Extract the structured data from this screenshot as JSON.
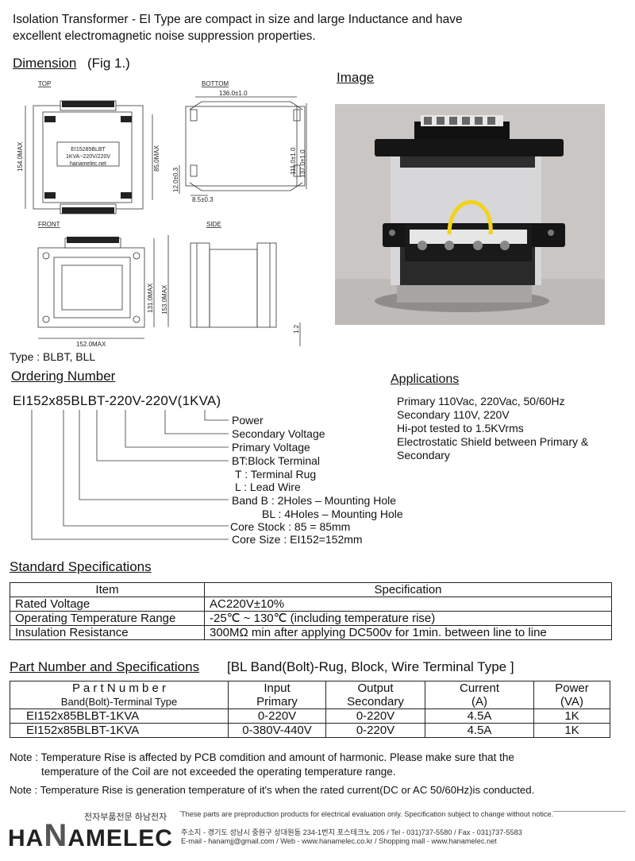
{
  "intro": {
    "line1": "Isolation Transformer - EI Type are compact in size and large Inductance and have",
    "line2": "excellent electromagnetic noise suppression properties."
  },
  "dimension": {
    "heading": "Dimension",
    "fig": "(Fig 1.)",
    "top_label": "TOP",
    "bottom_label": "BOTTOM",
    "front_label": "FRONT",
    "side_label": "SIDE",
    "nameplate_1": "EI15285BLBT",
    "nameplate_2": "1KVA~220V/220V",
    "nameplate_3": "hanamelec.net",
    "dim_154": "154.0MAX",
    "dim_85": "85.0MAX",
    "dim_136": "136.0±1.0",
    "dim_111": "111.0±1.0",
    "dim_137": "137.0±1.0",
    "dim_12": "12.0±0.3",
    "dim_85b": "8.5±0.3",
    "dim_131": "131.0MAX",
    "dim_153": "153.0MAX",
    "dim_152": "152.0MAX",
    "dim_12_side": "1.2"
  },
  "image_heading": "Image",
  "type_text": "Type : BLBT, BLL",
  "ordering": {
    "heading": "Ordering Number",
    "code": "EI152x85BLBT-220V-220V(1KVA)",
    "labels": [
      "Power",
      "Secondary Voltage",
      "Primary Voltage",
      "BT:Block Terminal",
      "T  : Terminal Rug",
      "L  : Lead Wire",
      "Band B  : 2Holes – Mounting Hole",
      "BL : 4Holes – Mounting Hole",
      "Core Stock : 85 = 85mm",
      "Core Size : EI152=152mm"
    ]
  },
  "applications": {
    "heading": "Applications",
    "lines": [
      "Primary 110Vac, 220Vac, 50/60Hz",
      "Secondary 110V, 220V",
      "Hi-pot tested to 1.5KVrms",
      "Electrostatic Shield between Primary &",
      "Secondary"
    ]
  },
  "standard_specs": {
    "heading": "Standard Specifications",
    "headers": [
      "Item",
      "Specification"
    ],
    "rows": [
      [
        "Rated Voltage",
        "AC220V±10%"
      ],
      [
        "Operating Temperature Range",
        "-25℃ ~ 130℃ (including temperature rise)"
      ],
      [
        "Insulation Resistance",
        "300MΩ min after applying DC500v for 1min. between line to line"
      ]
    ]
  },
  "part_specs": {
    "heading": "Part Number and Specifications",
    "subheading": "[BL Band(Bolt)-Rug, Block, Wire Terminal Type ]",
    "h_part_1": "P a r t   N u m b e r",
    "h_part_2": "Band(Bolt)-Terminal Type",
    "h_input_1": "Input",
    "h_input_2": "Primary",
    "h_output_1": "Output",
    "h_output_2": "Secondary",
    "h_current_1": "Current",
    "h_current_2": "(A)",
    "h_power_1": "Power",
    "h_power_2": "(VA)",
    "rows": [
      [
        "EI152x85BLBT-1KVA",
        "0-220V",
        "0-220V",
        "4.5A",
        "1K"
      ],
      [
        "EI152x85BLBT-1KVA",
        "0-380V-440V",
        "0-220V",
        "4.5A",
        "1K"
      ]
    ]
  },
  "notes": {
    "note1_prefix": "Note :",
    "note1_line1": "Temperature Rise is affected by PCB comdition and amount of harmonic. Please make sure that the",
    "note1_line2": "temperature of the Coil are not exceeded the operating temperature range.",
    "note2_prefix": "Note :",
    "note2_text": "Temperature Rise is generation temperature of it's when the rated current(DC or AC 50/60Hz)is conducted."
  },
  "footer": {
    "logo_ha": "HA",
    "logo_n": "N",
    "logo_amelec": "AMELEC",
    "tagline_ko": "전자부품전문 하남전자",
    "disclaimer": "These parts are preproduction products for electrical evaluation only. Specification subject to change without notice.",
    "address": "주소지 - 경기도 성남시 중원구 상대원동 234-1번지 포스테크노 205  /  Tel - 031)737-5580  /  Fax - 031)737-5583",
    "contact": "E-mail - hanamjj@gmail.com  /  Web - www.hanamelec.co.kr  /  Shopping mall - www.hanamelec.net"
  },
  "colors": {
    "text": "#111111",
    "photo_bg": "#c9c6c4",
    "core_dark": "#2a2a2a",
    "wire": "#f2d21b"
  }
}
